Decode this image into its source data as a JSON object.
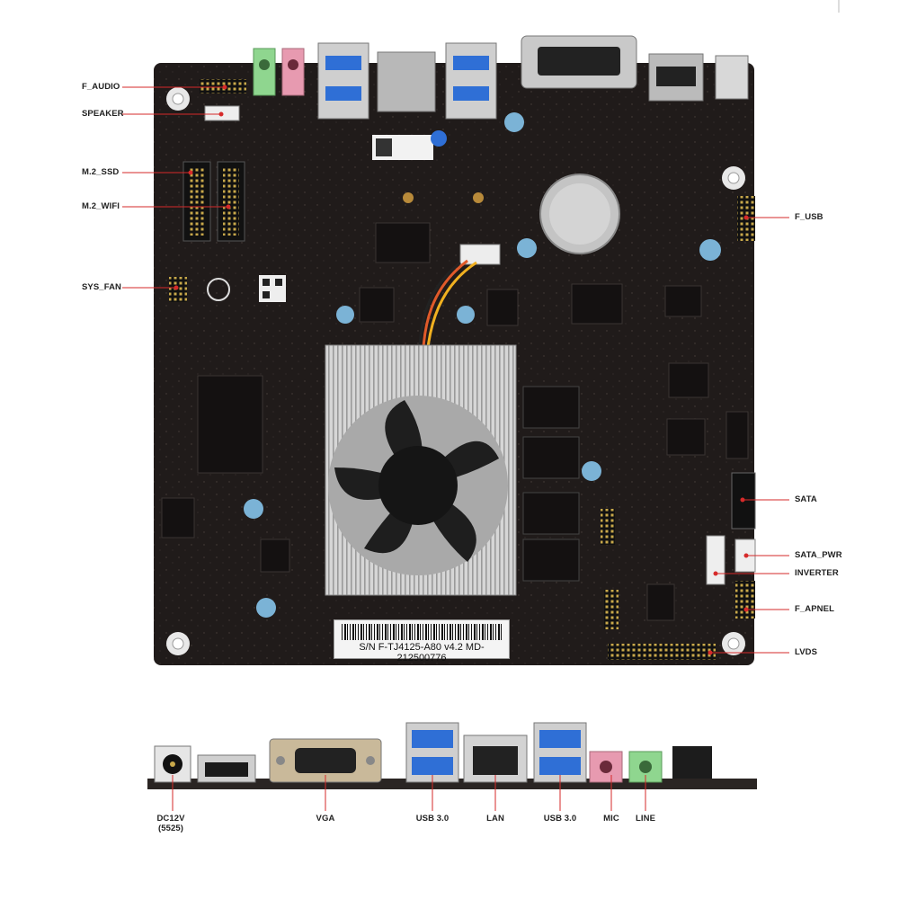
{
  "board": {
    "serial_text": "S/N F-TJ4125-A80 v4.2 MD-212500776",
    "colors": {
      "pcb": "#1f1a19",
      "leader_line": "#d62a2a",
      "heatsink": "#c9c9c9",
      "audio_green": "#8fd68f",
      "audio_pink": "#e79ab0",
      "usb_blue": "#2f6fd6"
    }
  },
  "top_labels": {
    "f_audio": "F_AUDIO",
    "speaker": "SPEAKER",
    "m2_ssd": "M.2_SSD",
    "m2_wifi": "M.2_WIFI",
    "sys_fan": "SYS_FAN",
    "f_usb": "F_USB",
    "sata": "SATA",
    "sata_pwr": "SATA_PWR",
    "inverter": "INVERTER",
    "f_apnel": "F_APNEL",
    "lvds": "LVDS"
  },
  "io_labels": {
    "dc12v": "DC12V",
    "dc12v_sub": "(5525)",
    "vga": "VGA",
    "usb30_left": "USB 3.0",
    "lan": "LAN",
    "usb30_right": "USB 3.0",
    "mic": "MIC",
    "line": "LINE"
  }
}
